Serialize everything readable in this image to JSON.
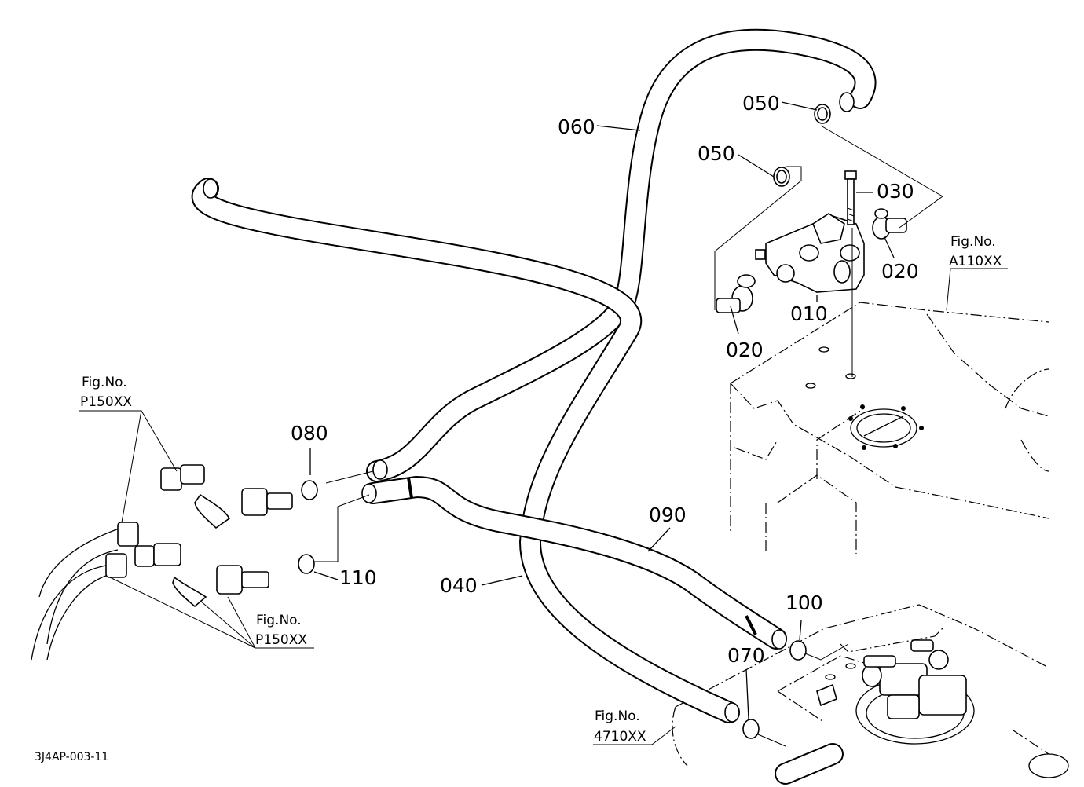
{
  "diagram": {
    "drawing_code": "3J4AP-003-11",
    "callouts": [
      {
        "id": "c060",
        "text": "060"
      },
      {
        "id": "c050a",
        "text": "050"
      },
      {
        "id": "c050b",
        "text": "050"
      },
      {
        "id": "c030",
        "text": "030"
      },
      {
        "id": "c020a",
        "text": "020"
      },
      {
        "id": "c020b",
        "text": "020"
      },
      {
        "id": "c010",
        "text": "010"
      },
      {
        "id": "c080",
        "text": "080"
      },
      {
        "id": "c090",
        "text": "090"
      },
      {
        "id": "c110",
        "text": "110"
      },
      {
        "id": "c040",
        "text": "040"
      },
      {
        "id": "c100",
        "text": "100"
      },
      {
        "id": "c070",
        "text": "070"
      }
    ],
    "figure_refs": [
      {
        "id": "fA110",
        "line1": "Fig.No.",
        "line2": "A110XX"
      },
      {
        "id": "fP150a",
        "line1": "Fig.No.",
        "line2": "P150XX"
      },
      {
        "id": "fP150b",
        "line1": "Fig.No.",
        "line2": "P150XX"
      },
      {
        "id": "f4710",
        "line1": "Fig.No.",
        "line2": "4710XX"
      }
    ]
  }
}
